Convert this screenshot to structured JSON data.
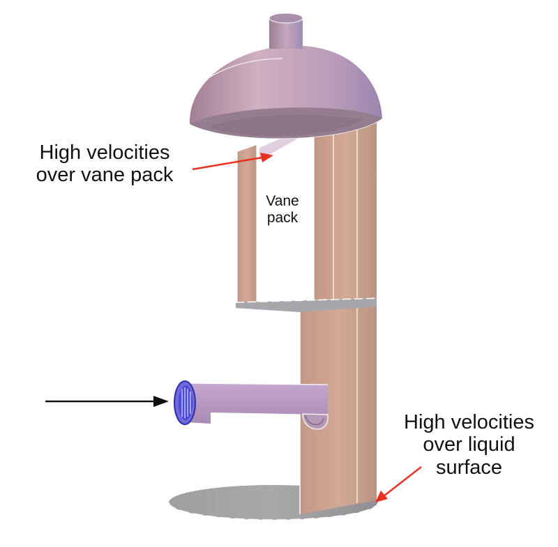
{
  "labels": {
    "vane_velocity_line1": "High velocities",
    "vane_velocity_line2": "over vane pack",
    "vane_pack_line1": "Vane",
    "vane_pack_line2": "pack",
    "liquid_velocity_line1": "High velocities",
    "liquid_velocity_line2": "over liquid",
    "liquid_velocity_line3": "surface"
  },
  "colors": {
    "vessel_purple": "#b79ab5",
    "shell_tan": "#c9a08c",
    "arrow_red": "#e8321f",
    "arrow_black": "#111111",
    "inlet_blue": "#3f3fd8"
  }
}
